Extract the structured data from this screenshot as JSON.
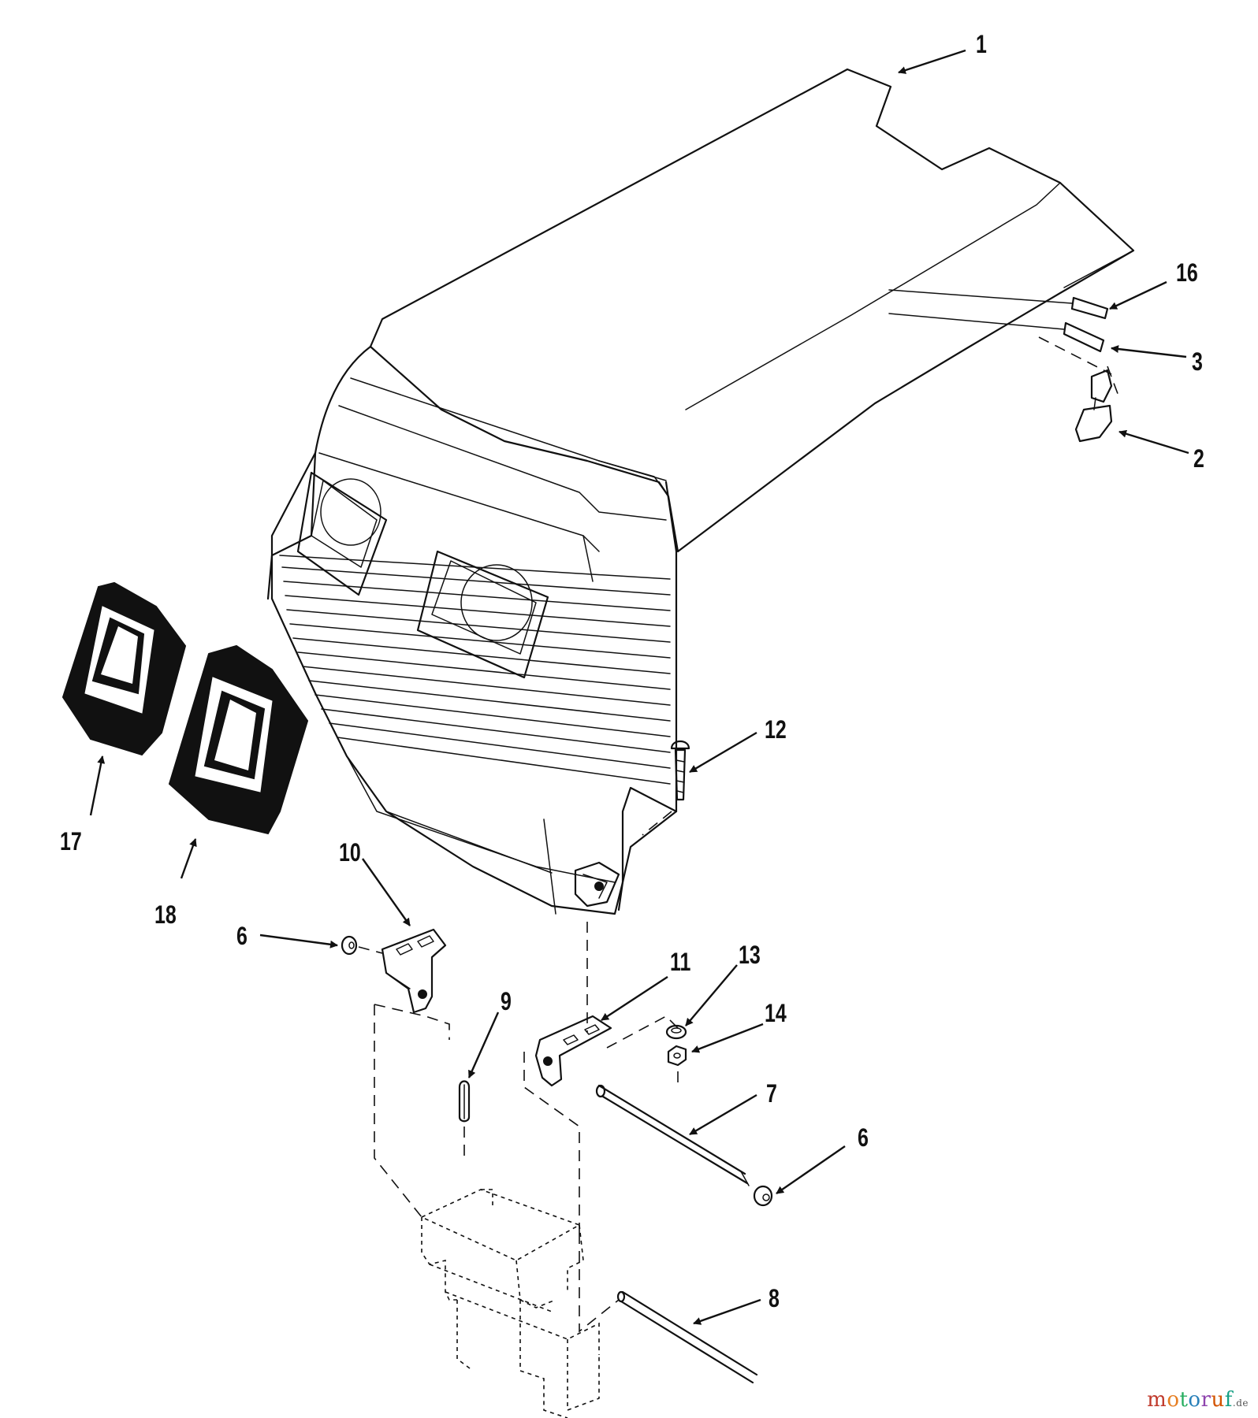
{
  "callouts": {
    "c1": "1",
    "c2": "2",
    "c3": "3",
    "c6a": "6",
    "c6b": "6",
    "c7": "7",
    "c8": "8",
    "c9": "9",
    "c10": "10",
    "c11": "11",
    "c12": "12",
    "c13": "13",
    "c14": "14",
    "c16": "16",
    "c17": "17",
    "c18": "18"
  },
  "watermark": {
    "text": "motoruf",
    "tld": ".de"
  },
  "colors": {
    "line": "#111111",
    "background": "#ffffff"
  }
}
